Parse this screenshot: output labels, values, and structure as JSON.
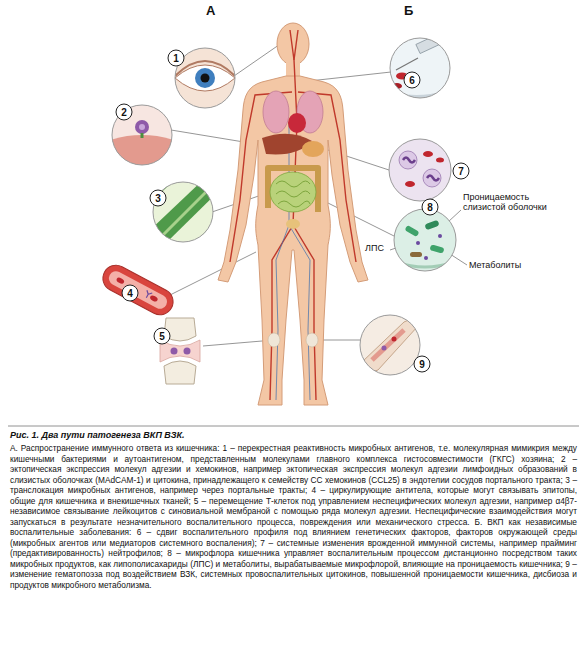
{
  "diagram": {
    "title": "Рис. 1. Два пути патогенеза ВКП ВЗК.",
    "caption": "А. Распространение иммунного ответа из кишечника: 1 – перекрестная реактивность микробных антигенов, т.е. молекулярная мимикрия между кишечными бактериями и аутоантигеном, представленным молекулами главного комплекса гистосовместимости (ГКГС) хозяина; 2 – эктопическая экспрессия молекул адгезии и хемокинов, например эктопическая экспрессия молекул адгезии лимфоидных образований в слизистых оболочках (MAdCAM-1) и цитокина, принадлежащего к семейству СС хемокинов (CCL25) в эндотелии сосудов портального тракта; 3 – транслокация микробных антигенов, например через портальные тракты; 4 – циркулирующие антитела, которые могут связывать эпитопы, общие для кишечника и внекишечных тканей; 5 – перемещение Т-клеток под управлением неспецифических молекул адгезии, например α4β7-независимое связывание лейкоцитов с синовиальной мембраной с помощью ряда молекул адгезии. Неспецифические взаимодействия могут запускаться в результате незначительного воспалительного процесса, повреждения или механического стресса. Б. ВКП как независимые воспалительные заболевания: 6 – сдвиг воспалительного профиля под влиянием генетических факторов, факторов окружающей среды (микробных агентов или медиаторов системного воспаления); 7 – системные изменения врожденной иммунной системы, например прайминг (предактивированность) нейтрофилов; 8 – микрофлора кишечника управляет воспалительным процессом дистанционно посредством таких микробных продуктов, как липополисахариды (ЛПС) и метаболиты, вырабатываемые микрофлорой, влияющие на проницаемость кишечника; 9 – изменение гематопоэза под воздействием ВЗК, системных провоспалительных цитокинов, повышенной проницаемости кишечника, дисбиоза и продуктов микробного метаболизма.",
    "labels": [
      "А",
      "Б",
      "1",
      "2",
      "3",
      "4",
      "5",
      "6",
      "7",
      "8",
      "9",
      "ЛПС",
      "Проницаемость слизистой оболочки",
      "Метаболиты"
    ]
  }
}
